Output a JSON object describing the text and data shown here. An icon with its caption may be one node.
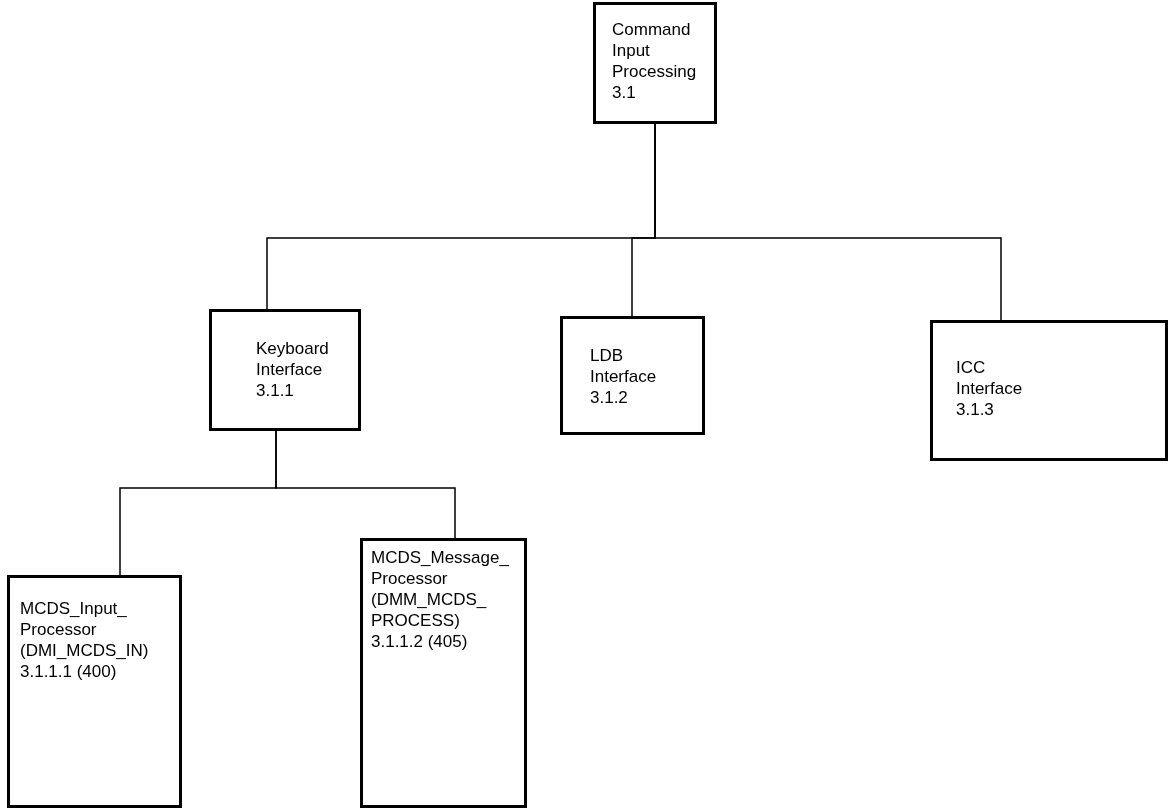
{
  "diagram": {
    "nodes": [
      {
        "text": [
          "Command Input Processing",
          "3.1"
        ]
      },
      {
        "text": [
          "Keyboard Interface",
          "3.1.1"
        ]
      },
      {
        "text": [
          "LDB Interface",
          "3.1.2"
        ]
      },
      {
        "text": [
          "ICC Interface",
          "3.1.3"
        ]
      },
      {
        "text": [
          "MCDS_Input_ Processor",
          "(DMI_MCDS_IN)",
          "3.1.1.1 (400)"
        ]
      },
      {
        "text": [
          "MCDS_Message_ Processor",
          "(DMM_MCDS_ PROCESS)",
          "3.1.1.2 (405)"
        ]
      }
    ],
    "edges": [
      {
        "from": 0,
        "to": 1,
        "arrow": "none"
      },
      {
        "from": 0,
        "to": 2,
        "arrow": "none"
      },
      {
        "from": 0,
        "to": 3,
        "arrow": "none"
      },
      {
        "from": 1,
        "to": 4,
        "arrow": "none"
      },
      {
        "from": 1,
        "to": 5,
        "arrow": "none"
      }
    ]
  }
}
